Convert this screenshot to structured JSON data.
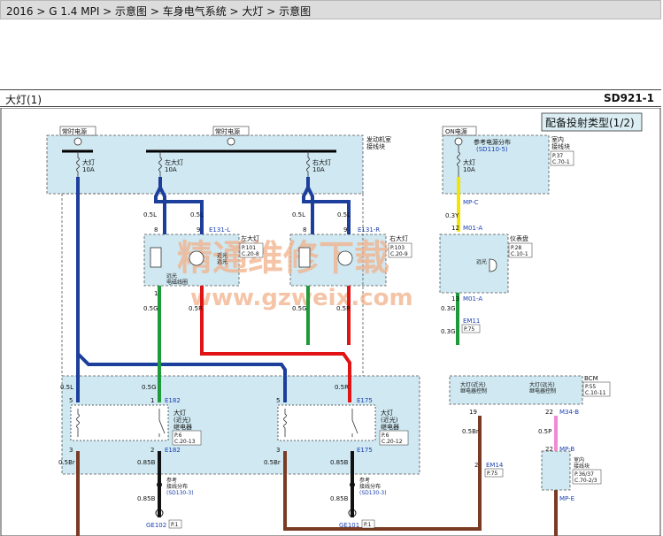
{
  "breadcrumb": "2016 > G 1.4 MPI > 示意图 > 车身电气系统 > 大灯 > 示意图",
  "header": {
    "title": "大灯(1)",
    "code": "SD921-1"
  },
  "diagram": {
    "config_box": "配备投射类型(1/2)",
    "always_power_1": "常时电源",
    "always_power_2": "常时电源",
    "on_power": "ON电源",
    "engine_junction_1": "发动机室",
    "engine_junction_2": "接线块",
    "fuse_headlamp": "大灯",
    "fuse_headlamp_rating": "10A",
    "fuse_left": "左大灯",
    "fuse_left_rating": "10A",
    "fuse_right": "右大灯",
    "fuse_right_rating": "10A",
    "fuse_on": "大灯",
    "fuse_on_rating": "10A",
    "ref_power_1": "参考电源分布",
    "ref_power_2": "(SD110-5)",
    "indoor_junction_1": "室内",
    "indoor_junction_2": "接线块",
    "indoor_page_1": "P.37",
    "indoor_page_2": "C.70-1",
    "conn_mpc": "MP-C",
    "wire_03y": "0.3Y",
    "conn_m01a": "M01-A",
    "cluster": "仪表盘",
    "cluster_page_1": "P.28",
    "cluster_page_2": "C.10-1",
    "highbeam": "远光",
    "conn_m01a_b": "M01-A",
    "wire_03g_1": "0.3G",
    "wire_03g_2": "0.3G",
    "conn_em11": "EM11",
    "page_p75_1": "P.75",
    "wire_05l_1": "0.5L",
    "wire_05l_2": "0.5L",
    "wire_05l_3": "0.5L",
    "wire_05l_4": "0.5L",
    "pin_8": "8",
    "pin_9": "9",
    "pin_8r": "8",
    "pin_9r": "9",
    "pin_12": "12",
    "pin_13": "13",
    "pin_5": "5",
    "pin_5b": "5",
    "pin_3": "3",
    "pin_3b": "3",
    "pin_1": "1",
    "pin_1b": "1",
    "pin_2": "2",
    "pin_19": "19",
    "pin_22": "22",
    "pin_22b": "22",
    "conn_e131l": "E131-L",
    "conn_e131r": "E131-R",
    "left_headlamp": "左大灯",
    "left_headlamp_page_1": "P.101",
    "left_headlamp_page_2": "C.20-8",
    "right_headlamp": "右大灯",
    "right_headlamp_page_1": "P.103",
    "right_headlamp_page_2": "C.20-9",
    "dipped": "近光",
    "dipped_2": "远光",
    "solenoid_1": "远光",
    "solenoid_2": "电磁线圈",
    "wire_05g_1": "0.5G",
    "wire_05r_1": "0.5R",
    "wire_05g_2": "0.5G",
    "wire_05r_2": "0.5R",
    "wire_05r_3": "0.5R",
    "conn_e182": "E182",
    "conn_e182b": "E182",
    "conn_e175": "E175",
    "conn_e175b": "E175",
    "relay_1a": "大灯",
    "relay_1b": "(近光)",
    "relay_1c": "继电器",
    "relay_1_page_1": "P.6",
    "relay_1_page_2": "C.20-13",
    "relay_2a": "大灯",
    "relay_2b": "(近光)",
    "relay_2c": "继电器",
    "relay_2_page_1": "P.6",
    "relay_2_page_2": "C.20-12",
    "wire_05br_1": "0.5Br",
    "wire_05br_2": "0.5Br",
    "wire_05br_3": "0.5Br",
    "wire_085b_1": "0.85B",
    "wire_085b_2": "0.85B",
    "wire_085b_3": "0.85B",
    "wire_085b_4": "0.85B",
    "ref_ground_1": "参考",
    "ref_ground_2": "接线分布",
    "ref_ground_3": "(SD130-3)",
    "ref_ground_4": "参考",
    "ref_ground_5": "接线分布",
    "ref_ground_6": "(SD130-3)",
    "ground_ge102": "GE102",
    "ground_ge102_page": "P.1",
    "ground_ge101": "GE101",
    "ground_ge101_page": "P.1",
    "bcm": "BCM",
    "bcm_page_1": "P.55",
    "bcm_page_2": "C.10-11",
    "bcm_out_1": "大灯(近光)",
    "bcm_out_2": "继电器控制",
    "bcm_out_3": "大灯(远光)",
    "bcm_out_4": "继电器控制",
    "wire_05p": "0.5P",
    "conn_m34b": "M34-B",
    "conn_em14": "EM14",
    "page_p75_2": "P.75",
    "conn_mpb": "MP-B",
    "indoor2_1": "室内",
    "indoor2_2": "接线块",
    "indoor2_page_1": "P.36/37",
    "indoor2_page_2": "C.70-2/3",
    "conn_mpe": "MP-E",
    "watermark_1": "精通维修下载",
    "watermark_2": "www.gzweix.com"
  }
}
